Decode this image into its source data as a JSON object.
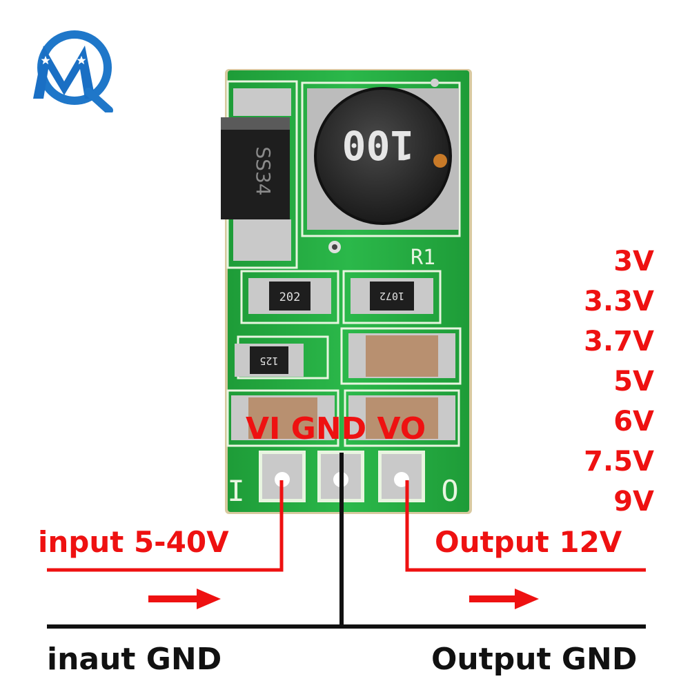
{
  "logo": {
    "name": "mq-logo-icon"
  },
  "board": {
    "inductor_marking": "100",
    "diode_marking": "SS34",
    "resistor_marking_1": "202",
    "resistor_marking_2": "1072",
    "resistor_marking_3": "125",
    "silk_r1": "R1",
    "silk_i": "I",
    "silk_o": "O"
  },
  "pins_label": "VI GND VO",
  "output_voltages": [
    "3V",
    "3.3V",
    "3.7V",
    "5V",
    "6V",
    "7.5V",
    "9V"
  ],
  "input_label": "input 5-40V",
  "output_label": "Output 12V",
  "input_gnd_label": "inaut GND",
  "output_gnd_label": "Output GND",
  "colors": {
    "accent": "#ee1111",
    "pcb": "#21a63c",
    "wire": "#111111"
  }
}
